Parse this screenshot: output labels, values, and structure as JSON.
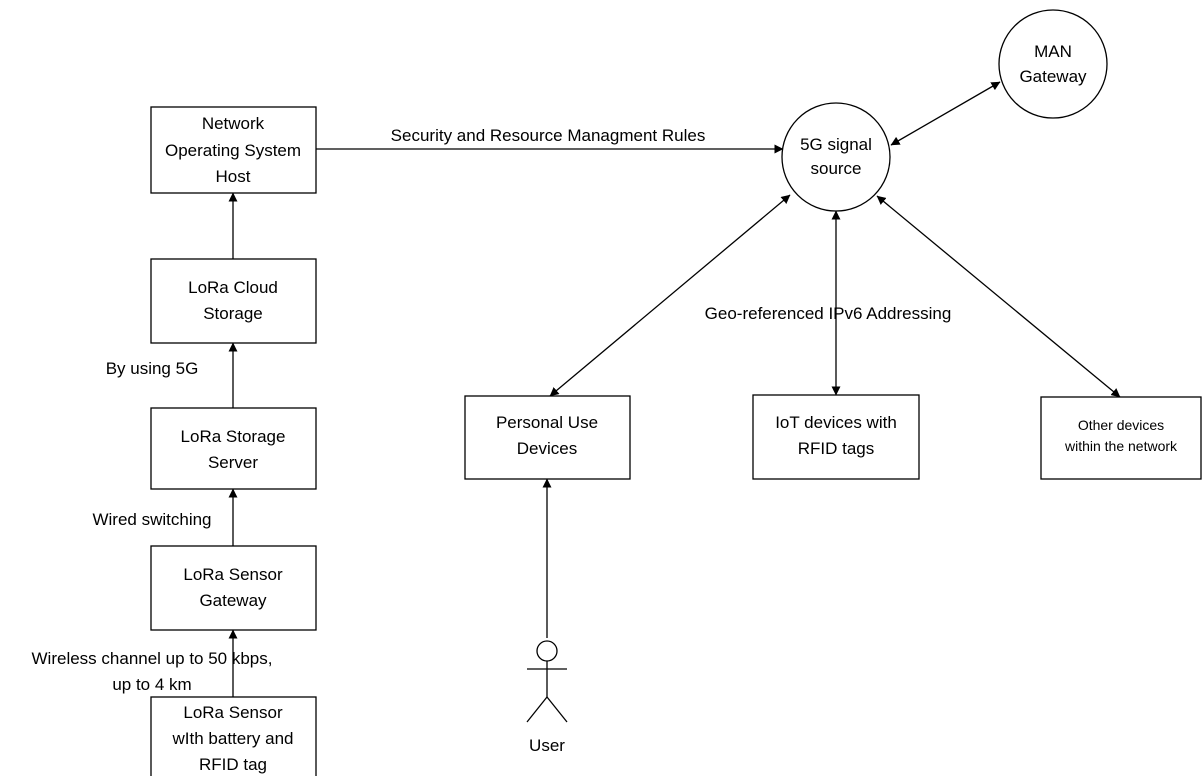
{
  "nodes": {
    "nos_host": [
      "Network",
      "Operating System",
      "Host"
    ],
    "cloud_storage": [
      "LoRa Cloud",
      "Storage"
    ],
    "storage_server": [
      "LoRa Storage",
      "Server"
    ],
    "sensor_gateway": [
      "LoRa Sensor",
      "Gateway"
    ],
    "sensor": [
      "LoRa Sensor",
      "wIth battery and",
      "RFID tag"
    ],
    "signal_source": [
      "5G signal",
      "source"
    ],
    "man_gateway": [
      "MAN",
      "Gateway"
    ],
    "personal_devices": [
      "Personal Use",
      "Devices"
    ],
    "iot_devices": [
      "IoT devices with",
      "RFID tags"
    ],
    "other_devices": [
      "Other devices",
      "within the network"
    ],
    "user": "User"
  },
  "edges": {
    "security_rules": "Security and Resource Managment Rules",
    "by_5g": "By using 5G",
    "wired": "Wired switching",
    "wireless": [
      "Wireless channel up to 50 kbps,",
      "up to 4 km"
    ],
    "geo_ipv6": "Geo-referenced IPv6 Addressing"
  }
}
